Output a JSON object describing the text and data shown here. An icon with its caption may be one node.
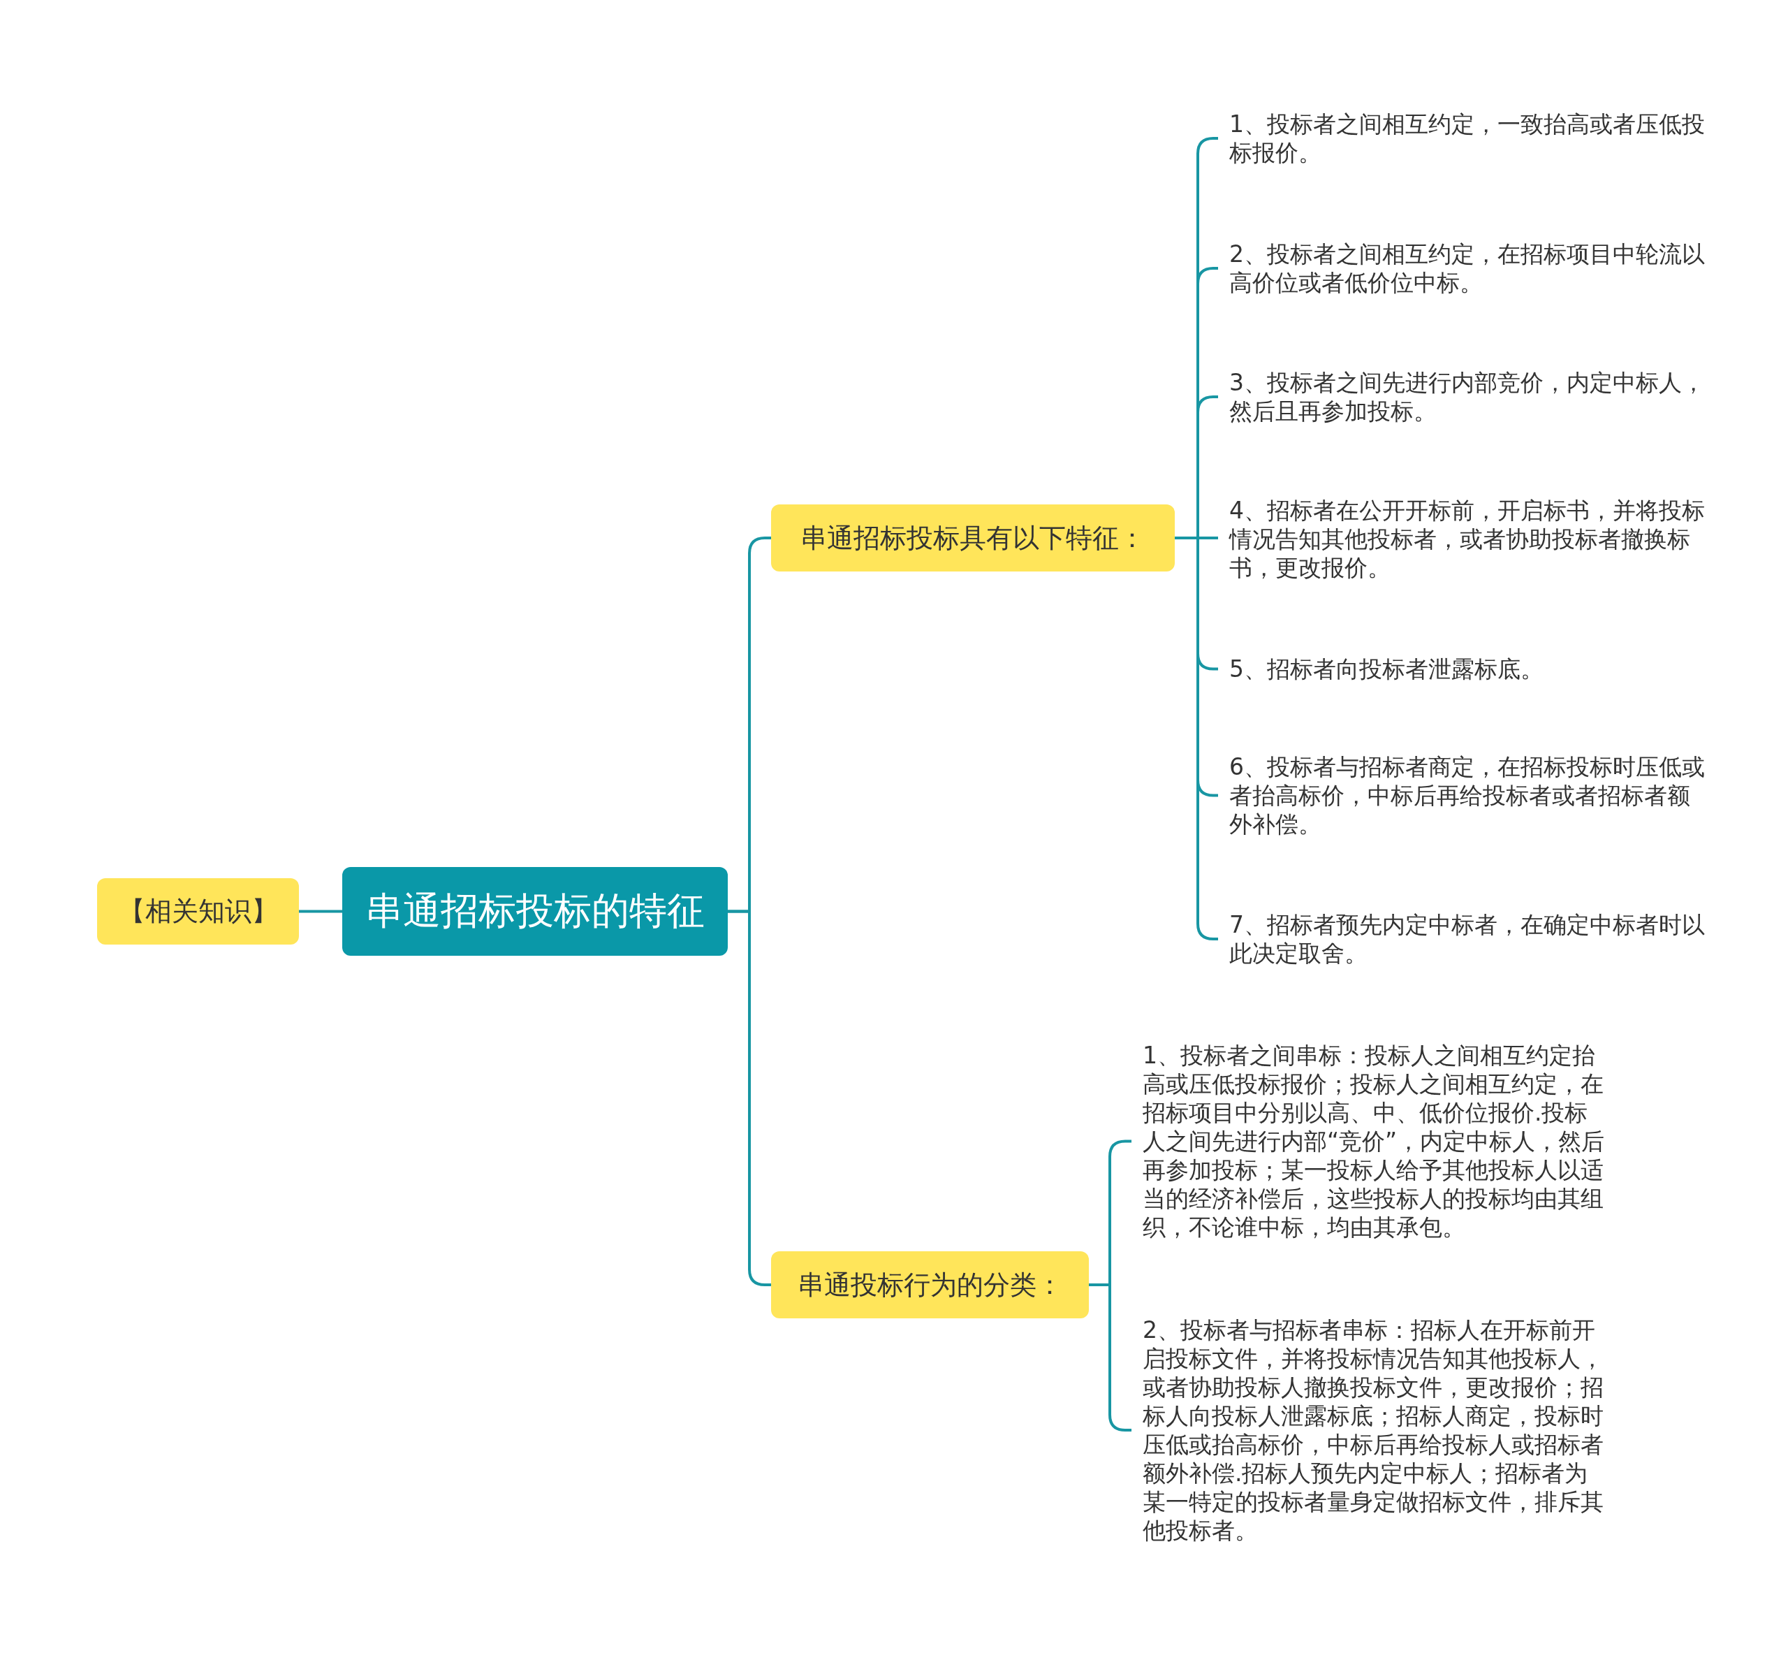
{
  "diagram": {
    "nodes": [
      {
        "text": [
          "【相关知识】"
        ]
      },
      {
        "text": [
          "串通招标投标的特征"
        ]
      },
      {
        "text": [
          "串通招标投标具有以下特征："
        ]
      },
      {
        "text": [
          "1、投标者之间相互约定，一致抬高或者压低投标报价。"
        ]
      },
      {
        "text": [
          "2、投标者之间相互约定，在招标项目中轮流以高价位或者低价位中标。"
        ]
      },
      {
        "text": [
          "3、投标者之间先进行内部竞价，内定中标人，然后且再参加投标。"
        ]
      },
      {
        "text": [
          "4、招标者在公开开标前，开启标书，并将投标情况告知其他投标者，或者协助投标者撤换标书，更改报价。"
        ]
      },
      {
        "text": [
          "5、招标者向投标者泄露标底。"
        ]
      },
      {
        "text": [
          "6、投标者与招标者商定，在招标投标时压低或者抬高标价，中标后再给投标者或者招标者额外补偿。"
        ]
      },
      {
        "text": [
          "7、招标者预先内定中标者，在确定中标者时以此决定取舍。"
        ]
      },
      {
        "text": [
          "串通投标行为的分类："
        ]
      },
      {
        "text": [
          "1、投标者之间串标：投标人之间相互约定抬高或压低投标报价；投标人之间相互约定，在招标项目中分别以高、中、低价位报价.投标人之间先进行内部“竞价”，内定中标人，然后再参加投标；某一投标人给予其他投标人以适当的经济补偿后，这些投标人的投标均由其组织，不论谁中标，均由其承包。"
        ]
      },
      {
        "text": [
          "2、投标者与招标者串标：招标人在开标前开启投标文件，并将投标情况告知其他投标人，或者协助投标人撤换投标文件，更改报价；招标人向投标人泄露标底；招标人商定，投标时压低或抬高标价，中标后再给投标人或招标者额外补偿.招标人预先内定中标人；招标者为某一特定的投标者量身定做招标文件，排斥其他投标者。"
        ]
      }
    ],
    "edges": [
      {
        "from": 0,
        "to": 1,
        "arrow": "none"
      },
      {
        "from": 1,
        "to": 2,
        "arrow": "none"
      },
      {
        "from": 1,
        "to": 10,
        "arrow": "none"
      },
      {
        "from": 2,
        "to": 3,
        "arrow": "none"
      },
      {
        "from": 2,
        "to": 4,
        "arrow": "none"
      },
      {
        "from": 2,
        "to": 5,
        "arrow": "none"
      },
      {
        "from": 2,
        "to": 6,
        "arrow": "none"
      },
      {
        "from": 2,
        "to": 7,
        "arrow": "none"
      },
      {
        "from": 2,
        "to": 8,
        "arrow": "none"
      },
      {
        "from": 2,
        "to": 9,
        "arrow": "none"
      },
      {
        "from": 10,
        "to": 11,
        "arrow": "none"
      },
      {
        "from": 10,
        "to": 12,
        "arrow": "none"
      }
    ]
  }
}
